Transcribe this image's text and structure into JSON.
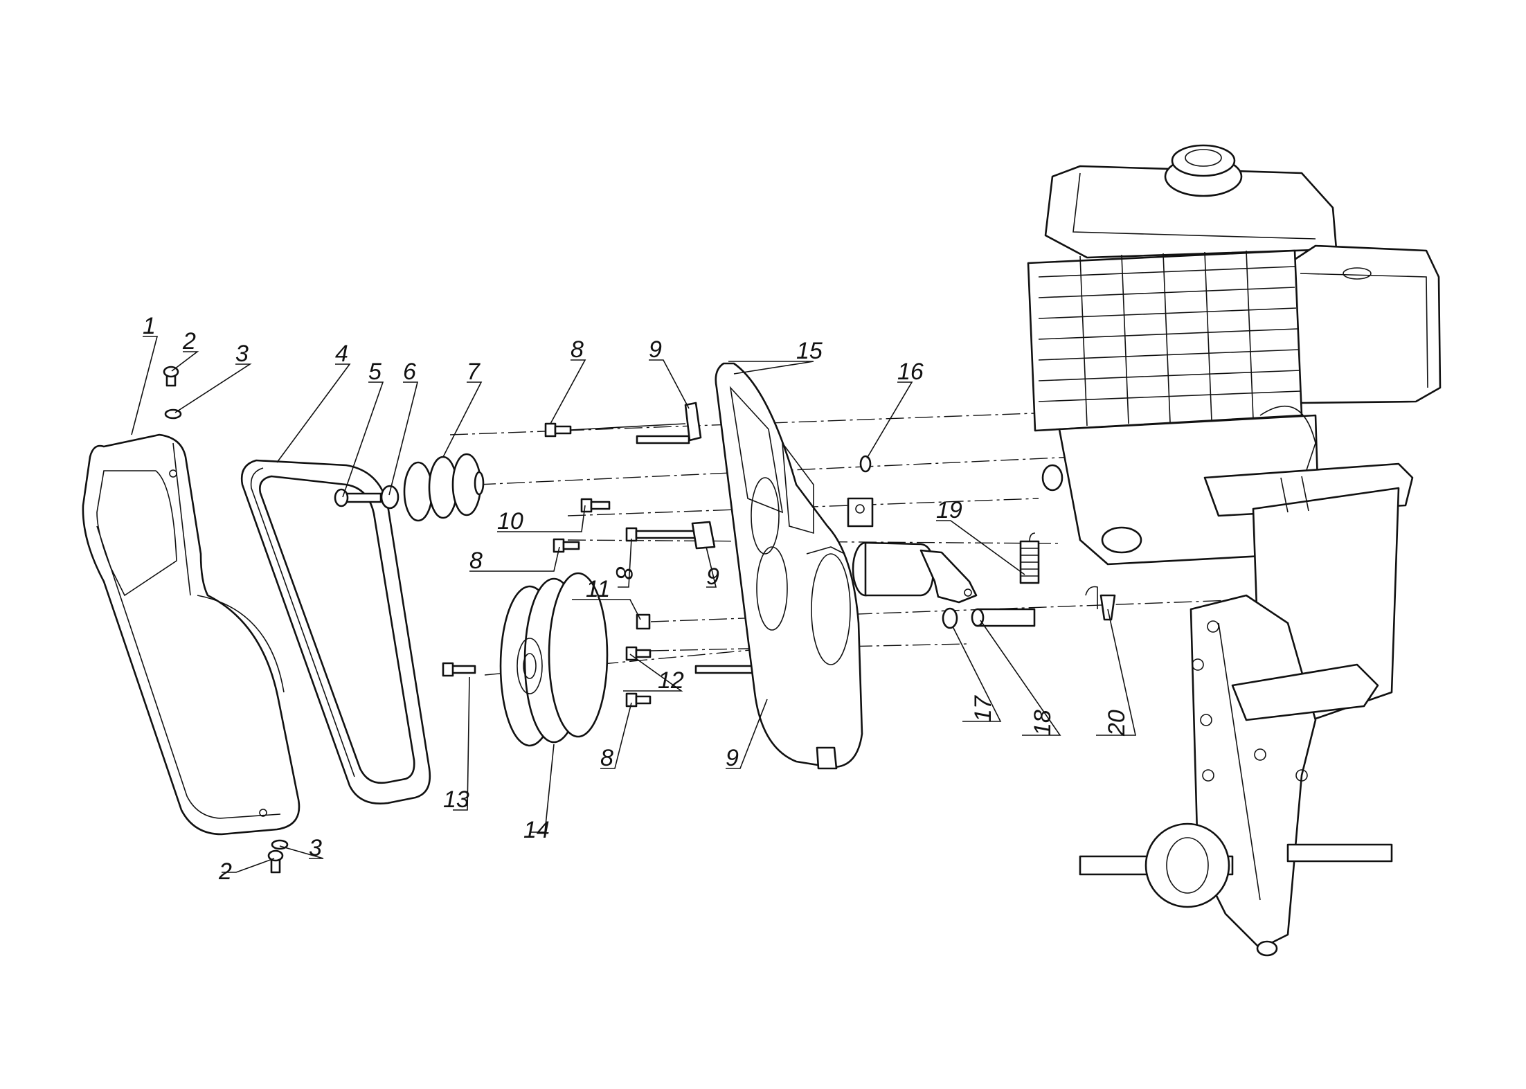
{
  "diagram": {
    "background": "#ffffff",
    "line_color": "#111111",
    "callouts": [
      {
        "id": "c1",
        "label": "1"
      },
      {
        "id": "c2a",
        "label": "2"
      },
      {
        "id": "c3a",
        "label": "3"
      },
      {
        "id": "c4",
        "label": "4"
      },
      {
        "id": "c5",
        "label": "5"
      },
      {
        "id": "c6",
        "label": "6"
      },
      {
        "id": "c7",
        "label": "7"
      },
      {
        "id": "c8a",
        "label": "8"
      },
      {
        "id": "c9a",
        "label": "9"
      },
      {
        "id": "c15",
        "label": "15"
      },
      {
        "id": "c16",
        "label": "16"
      },
      {
        "id": "c10",
        "label": "10"
      },
      {
        "id": "c19",
        "label": "19"
      },
      {
        "id": "c8b",
        "label": "8"
      },
      {
        "id": "c8c",
        "label": "8"
      },
      {
        "id": "c9b",
        "label": "9"
      },
      {
        "id": "c11",
        "label": "11"
      },
      {
        "id": "c12",
        "label": "12"
      },
      {
        "id": "c17",
        "label": "17"
      },
      {
        "id": "c18",
        "label": "18"
      },
      {
        "id": "c20",
        "label": "20"
      },
      {
        "id": "c8d",
        "label": "8"
      },
      {
        "id": "c9c",
        "label": "9"
      },
      {
        "id": "c13",
        "label": "13"
      },
      {
        "id": "c14",
        "label": "14"
      },
      {
        "id": "c2b",
        "label": "2"
      },
      {
        "id": "c3b",
        "label": "3"
      }
    ]
  }
}
